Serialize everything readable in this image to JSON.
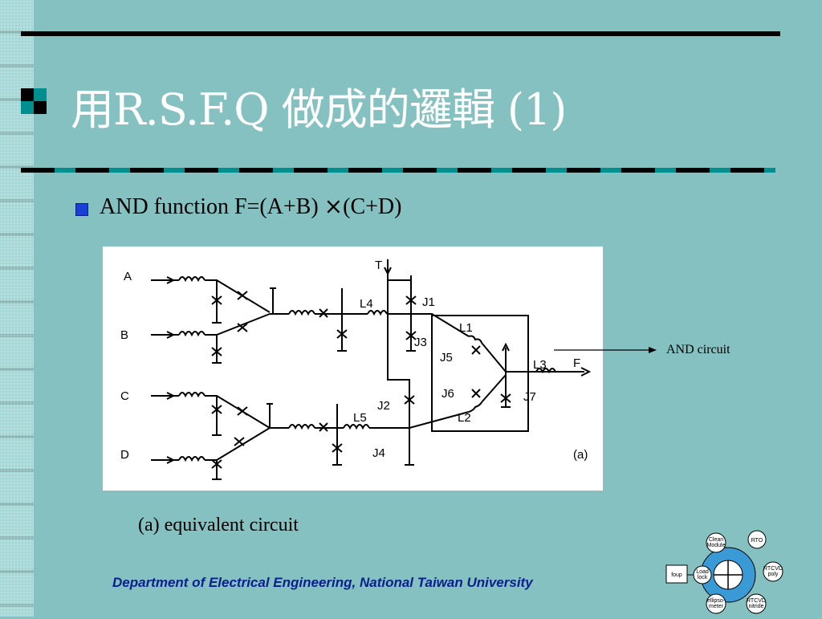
{
  "slide": {
    "title": "用R.S.F.Q 做成的邏輯 (1)",
    "bullet": "AND function F=(A+B) ⨯(C+D)",
    "annotation": "AND circuit",
    "caption": "(a) equivalent circuit",
    "footer": "Department of Electrical Engineering, National Taiwan University"
  },
  "circuit": {
    "labels": {
      "A": "A",
      "B": "B",
      "C": "C",
      "D": "D",
      "T": "T",
      "J1": "J1",
      "J2": "J2",
      "J3": "J3",
      "J4": "J4",
      "J5": "J5",
      "J6": "J6",
      "J7": "J7",
      "L1": "L1",
      "L2": "L2",
      "L3": "L3",
      "L4": "L4",
      "L5": "L5",
      "F": "F",
      "fig": "(a)"
    }
  },
  "logo": {
    "clean": [
      "Clean",
      "Module"
    ],
    "rto": "RTO",
    "foup": "foup",
    "load": [
      "Load",
      "lock"
    ],
    "rtcvd_poly": [
      "RTCVD",
      "poly"
    ],
    "ellipso": [
      "ellipso-",
      "meter"
    ],
    "rtcvd_nitride": [
      "RTCVD",
      "nitride"
    ]
  },
  "colors": {
    "background": "#85c1c1",
    "title": "#ffffff",
    "footer": "#0a1f8f",
    "bullet": "#1a3fd6"
  }
}
